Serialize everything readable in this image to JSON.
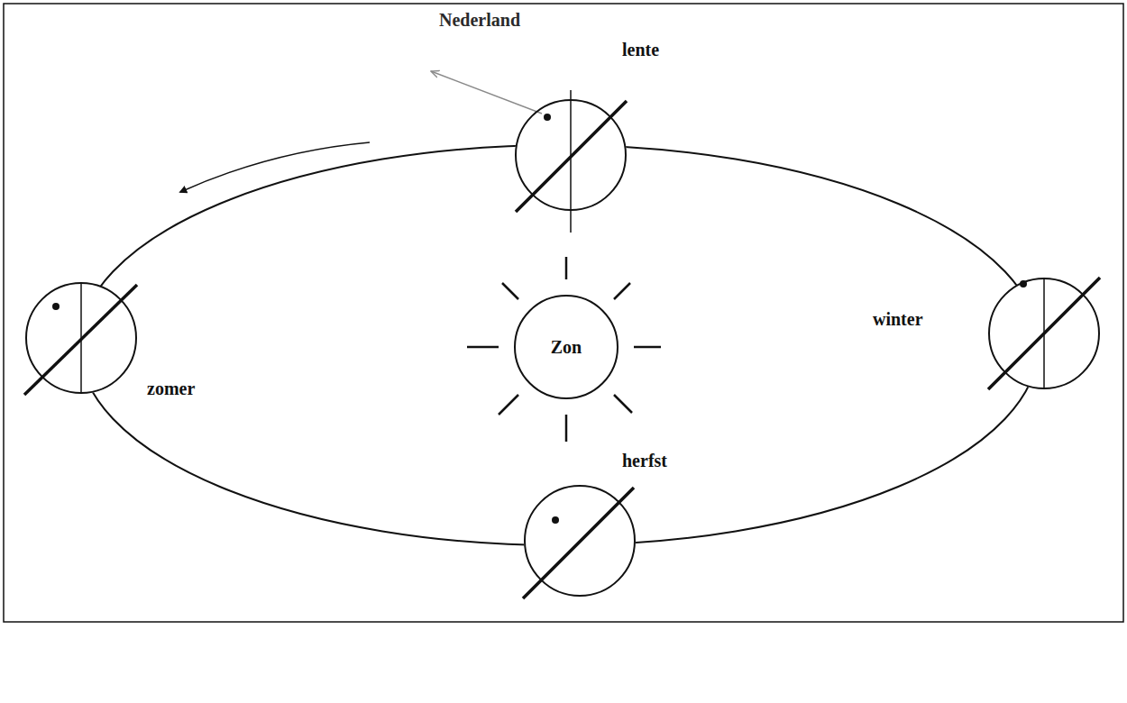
{
  "diagram": {
    "nodes": [
      {
        "text": [
          "lente"
        ]
      },
      {
        "text": [
          "zomer"
        ]
      },
      {
        "text": [
          "Zon"
        ]
      },
      {
        "text": [
          "winter"
        ]
      },
      {
        "text": [
          "herfst"
        ]
      }
    ],
    "labels": [
      "Nederland"
    ]
  }
}
